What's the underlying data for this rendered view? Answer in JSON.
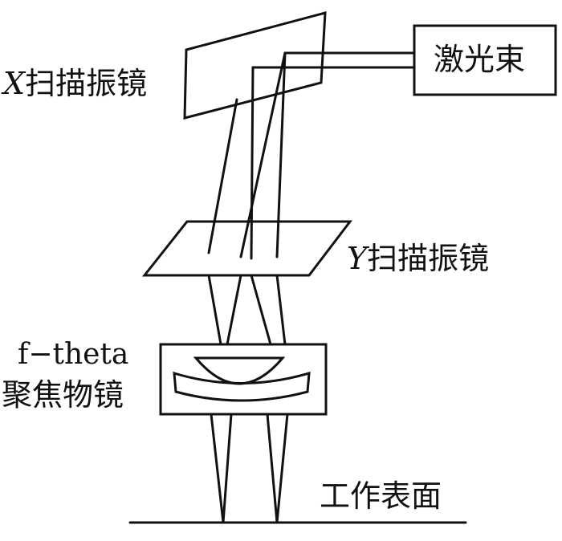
{
  "labels": {
    "x_mirror": {
      "prefix": "X",
      "text": "扫描振镜"
    },
    "y_mirror": {
      "prefix": "Y",
      "text": "扫描振镜"
    },
    "laser_beam": "激光束",
    "lens_line1": "f−theta",
    "lens_line2": "聚焦物镜",
    "work_surface": "工作表面"
  },
  "colors": {
    "stroke": "#111111",
    "background": "#ffffff"
  }
}
